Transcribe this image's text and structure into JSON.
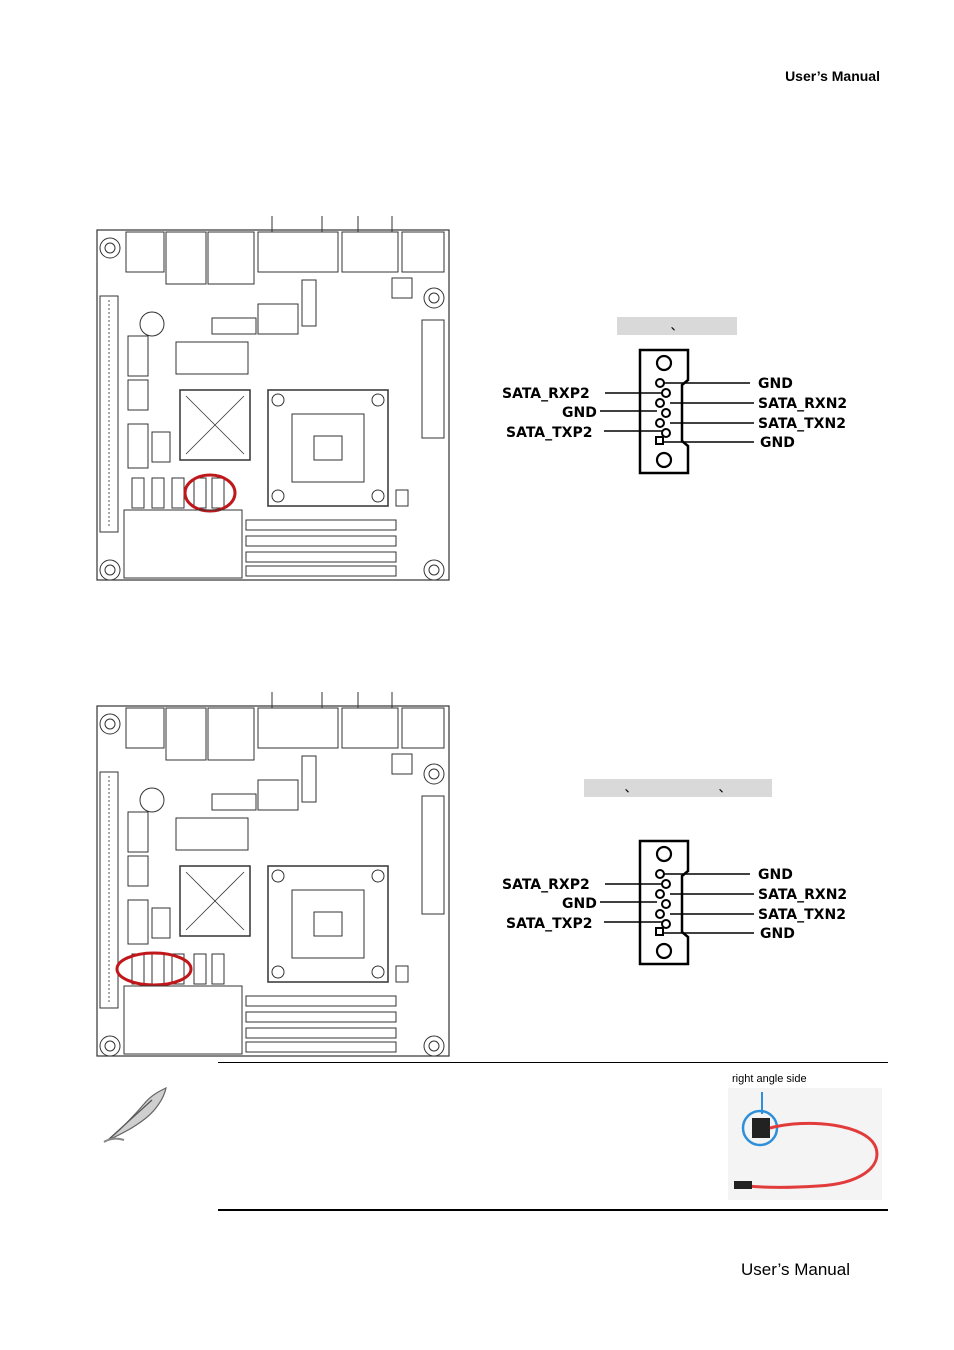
{
  "header": {
    "title": "User’s  Manual"
  },
  "footer": {
    "title": "User’s  Manual"
  },
  "section1": {
    "label_bar": "、",
    "connector": {
      "left_pins": [
        "SATA_RXP2",
        "GND",
        "SATA_TXP2"
      ],
      "right_pins": [
        "GND",
        "SATA_RXN2",
        "SATA_TXN2",
        "GND"
      ]
    }
  },
  "section2": {
    "label_bar_a": "、",
    "label_bar_b": "、",
    "connector": {
      "left_pins": [
        "SATA_RXP2",
        "GND",
        "SATA_TXP2"
      ],
      "right_pins": [
        "GND",
        "SATA_RXN2",
        "SATA_TXN2",
        "GND"
      ]
    }
  },
  "note": {
    "cable_caption": "right angle side",
    "colors": {
      "cable": "#e23b3b",
      "highlight": "#2f8fd8",
      "circle": "#c0171b"
    },
    "icon": "feather-note-icon"
  }
}
